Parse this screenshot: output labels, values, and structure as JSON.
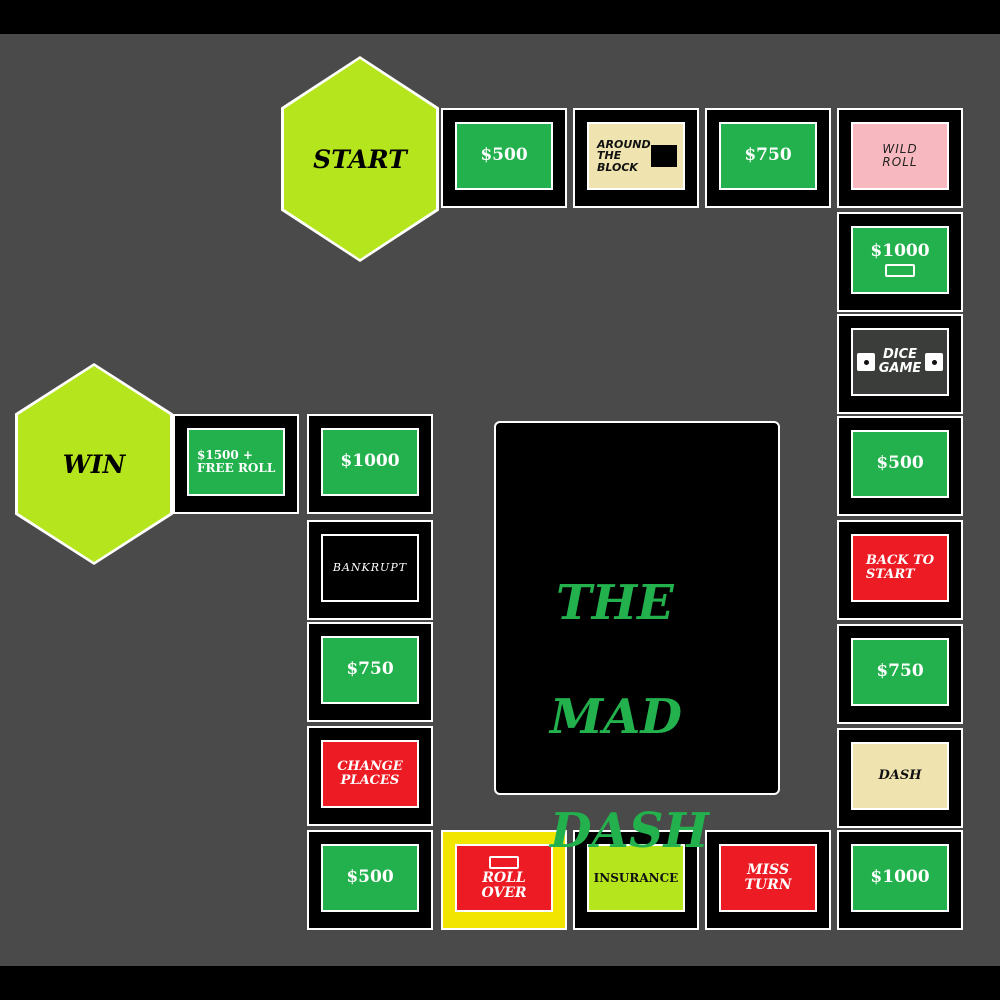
{
  "game_title_lines": [
    "THE",
    "MAD",
    "DASH"
  ],
  "start_label": "START",
  "win_label": "WIN",
  "colors": {
    "board": "#4a4a4a",
    "green": "#22b14c",
    "red": "#ed1c24",
    "cream": "#efe4b0",
    "pink": "#f7b9bf",
    "lime": "#b5e61d",
    "yellow": "#f2e500"
  },
  "spaces": {
    "top_500": "$500",
    "around_the_block": "AROUND\nTHE BLOCK",
    "top_750": "$750",
    "wild_roll": "WILD\nROLL",
    "right_1000": "$1000",
    "dice_game": "DICE\nGAME",
    "right_500": "$500",
    "back_to_start": "BACK TO\nSTART",
    "right_750": "$750",
    "dash": "DASH",
    "corner_1000": "$1000",
    "miss_turn": "MISS\nTURN",
    "insurance": "INSURANCE",
    "roll_over": "ROLL\nOVER",
    "bottom_500": "$500",
    "change_places": "CHANGE\nPLACES",
    "left_750": "$750",
    "bankrupt": "BANKRUPT",
    "left_1000": "$1000",
    "free_roll": "$1500 +\nFREE ROLL"
  }
}
